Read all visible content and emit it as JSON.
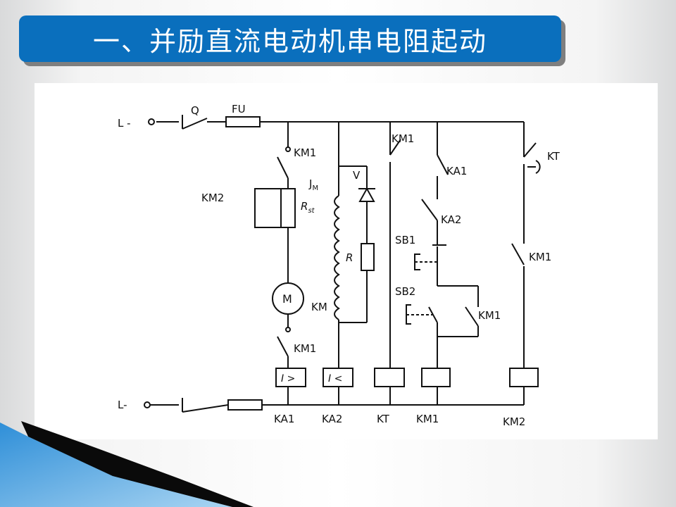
{
  "slide": {
    "title": "一、并励直流电动机串电阻起动",
    "colors": {
      "title_bg": "#0a6fbd",
      "title_text": "#ffffff",
      "accent": "#0a6fbd"
    }
  },
  "diagram": {
    "labels": {
      "l_plus": "L -",
      "l_minus": "L-",
      "q": "Q",
      "fu": "FU",
      "km1_top": "KM1",
      "km2_left": "KM2",
      "jm": "J",
      "jm_sub": "M",
      "rst": "R",
      "rst_sub": "st",
      "v": "V",
      "r": "R",
      "motor": "M",
      "km_field": "KM",
      "km1_bottom": "KM1",
      "kt_coil_contact": "KM1",
      "ka1_contact": "KA1",
      "ka2_contact": "KA2",
      "sb1": "SB1",
      "sb2": "SB2",
      "km1_hold": "KM1",
      "kt_contact": "KT",
      "km1_right": "KM1",
      "relay1": "I >",
      "relay2": "I <",
      "coil_ka1": "KA1",
      "coil_ka2": "KA2",
      "coil_kt": "KT",
      "coil_km1": "KM1",
      "coil_km2": "KM2"
    }
  }
}
